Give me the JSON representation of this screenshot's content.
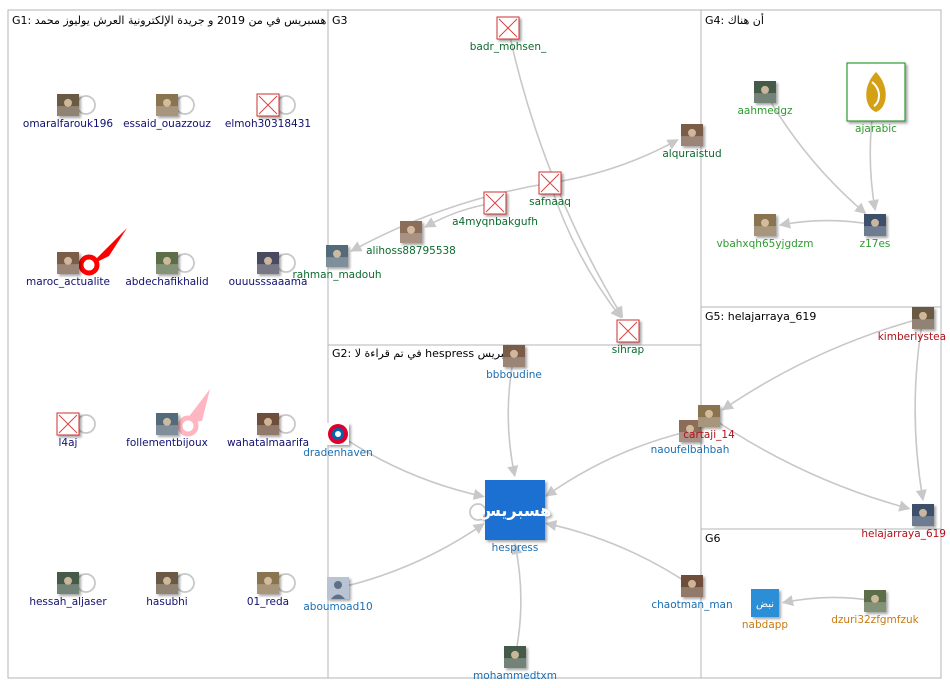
{
  "colors": {
    "g1": "#101070",
    "g3": "#0d6a2e",
    "g4": "#2e9a2e",
    "g2": "#1a6fb3",
    "g5": "#b0101a",
    "g6": "#c87a10",
    "edge": "#c8c8c8",
    "frame": "#b4b4b4"
  },
  "groups": [
    {
      "id": "g1",
      "title": "G1: هسبريس في من 2019 و جريدة الإلكترونية العرش يوليوز محمد"
    },
    {
      "id": "g3",
      "title": "G3"
    },
    {
      "id": "g4",
      "title": "G4: أن هناك"
    },
    {
      "id": "g2",
      "title": "G2: في تم قراءة لا hespress هسبريس"
    },
    {
      "id": "g5",
      "title": "G5: helajarraya_619"
    },
    {
      "id": "g6",
      "title": "G6"
    }
  ],
  "nodes": [
    {
      "id": "omaralfarouk196",
      "label": "omaralfarouk196",
      "group": "g1",
      "icon": "avatar-photo",
      "self_loop": true
    },
    {
      "id": "essaid_ouazzouz",
      "label": "essaid_ouazzouz",
      "group": "g1",
      "icon": "avatar-photo",
      "self_loop": true
    },
    {
      "id": "elmoh30318431",
      "label": "elmoh30318431",
      "group": "g1",
      "icon": "missing-image",
      "self_loop": true
    },
    {
      "id": "maroc_actualite",
      "label": "maroc_actualite",
      "group": "g1",
      "icon": "avatar-photo",
      "self_loop": true,
      "highlight": "strong"
    },
    {
      "id": "abdechafikhalid",
      "label": "abdechafikhalid",
      "group": "g1",
      "icon": "avatar-photo",
      "self_loop": true
    },
    {
      "id": "ouuusssaaama",
      "label": "ouuusssaaama",
      "group": "g1",
      "icon": "avatar-photo",
      "self_loop": true
    },
    {
      "id": "l4aj",
      "label": "l4aj",
      "group": "g1",
      "icon": "missing-image",
      "self_loop": true
    },
    {
      "id": "follementbijoux",
      "label": "follementbijoux",
      "group": "g1",
      "icon": "avatar-photo",
      "self_loop": true,
      "highlight": "faint"
    },
    {
      "id": "wahatalmaarifa",
      "label": "wahatalmaarifa",
      "group": "g1",
      "icon": "avatar-photo",
      "self_loop": true
    },
    {
      "id": "hessah_aljaser",
      "label": "hessah_aljaser",
      "group": "g1",
      "icon": "avatar-photo",
      "self_loop": true
    },
    {
      "id": "hasubhi",
      "label": "hasubhi",
      "group": "g1",
      "icon": "avatar-photo",
      "self_loop": true
    },
    {
      "id": "01_reda",
      "label": "01_reda",
      "group": "g1",
      "icon": "avatar-photo",
      "self_loop": true
    },
    {
      "id": "badr_mohsen_",
      "label": "badr_mohsen_",
      "group": "g3",
      "icon": "missing-image"
    },
    {
      "id": "alquraistud",
      "label": "alquraistud",
      "group": "g3",
      "icon": "avatar-photo"
    },
    {
      "id": "safnaaq",
      "label": "safnaaq",
      "group": "g3",
      "icon": "missing-image"
    },
    {
      "id": "a4myqnbakgufh",
      "label": "a4myqnbakgufh",
      "group": "g3",
      "icon": "missing-image"
    },
    {
      "id": "alihoss88795538",
      "label": "alihoss88795538",
      "group": "g3",
      "icon": "avatar-photo"
    },
    {
      "id": "rahman_madouh",
      "label": "rahman_madouh",
      "group": "g3",
      "icon": "avatar-photo"
    },
    {
      "id": "sihrap",
      "label": "sihrap",
      "group": "g3",
      "icon": "missing-image"
    },
    {
      "id": "aahmedgz",
      "label": "aahmedgz",
      "group": "g4",
      "icon": "avatar-photo"
    },
    {
      "id": "ajarabic",
      "label": "ajarabic",
      "group": "g4",
      "icon": "aljazeera-logo"
    },
    {
      "id": "vbahxqh65yjgdzm",
      "label": "vbahxqh65yjgdzm",
      "group": "g4",
      "icon": "avatar-photo"
    },
    {
      "id": "z17es",
      "label": "z17es",
      "group": "g4",
      "icon": "avatar-photo"
    },
    {
      "id": "bbboudine",
      "label": "bbboudine",
      "group": "g2",
      "icon": "avatar-photo"
    },
    {
      "id": "dradenhaven",
      "label": "dradenhaven",
      "group": "g2",
      "icon": "fc-bayern-logo"
    },
    {
      "id": "hespress",
      "label": "hespress",
      "group": "g2",
      "icon": "hespress-logo",
      "self_loop": true
    },
    {
      "id": "naoufelbahbah",
      "label": "naoufelbahbah",
      "group": "g2",
      "icon": "avatar-photo"
    },
    {
      "id": "aboumoad10",
      "label": "aboumoad10",
      "group": "g2",
      "icon": "default-avatar"
    },
    {
      "id": "chaotman_man",
      "label": "chaotman_man",
      "group": "g2",
      "icon": "avatar-photo"
    },
    {
      "id": "mohammedtxm",
      "label": "mohammedtxm",
      "group": "g2",
      "icon": "avatar-photo"
    },
    {
      "id": "kimberlystea",
      "label": "kimberlystea",
      "group": "g5",
      "icon": "avatar-photo"
    },
    {
      "id": "cartaji_14",
      "label": "cartaji_14",
      "group": "g5",
      "icon": "avatar-photo"
    },
    {
      "id": "helajarraya_619",
      "label": "helajarraya_619",
      "group": "g5",
      "icon": "avatar-photo"
    },
    {
      "id": "nabdapp",
      "label": "nabdapp",
      "group": "g6",
      "icon": "nabd-logo",
      "icon_text": "نبض"
    },
    {
      "id": "dzuri32zfgmfzuk",
      "label": "dzuri32zfgmfzuk",
      "group": "g6",
      "icon": "avatar-photo"
    }
  ],
  "edges": [
    {
      "from": "badr_mohsen_",
      "to": "sihrap"
    },
    {
      "from": "safnaaq",
      "to": "alquraistud"
    },
    {
      "from": "safnaaq",
      "to": "rahman_madouh"
    },
    {
      "from": "safnaaq",
      "to": "sihrap"
    },
    {
      "from": "a4myqnbakgufh",
      "to": "alihoss88795538"
    },
    {
      "from": "ajarabic",
      "to": "z17es"
    },
    {
      "from": "aahmedgz",
      "to": "z17es"
    },
    {
      "from": "z17es",
      "to": "vbahxqh65yjgdzm"
    },
    {
      "from": "bbboudine",
      "to": "hespress"
    },
    {
      "from": "dradenhaven",
      "to": "hespress"
    },
    {
      "from": "naoufelbahbah",
      "to": "hespress"
    },
    {
      "from": "aboumoad10",
      "to": "hespress"
    },
    {
      "from": "chaotman_man",
      "to": "hespress"
    },
    {
      "from": "mohammedtxm",
      "to": "hespress"
    },
    {
      "from": "kimberlystea",
      "to": "cartaji_14"
    },
    {
      "from": "cartaji_14",
      "to": "helajarraya_619"
    },
    {
      "from": "kimberlystea",
      "to": "helajarraya_619"
    },
    {
      "from": "dzuri32zfgmfzuk",
      "to": "nabdapp"
    }
  ]
}
